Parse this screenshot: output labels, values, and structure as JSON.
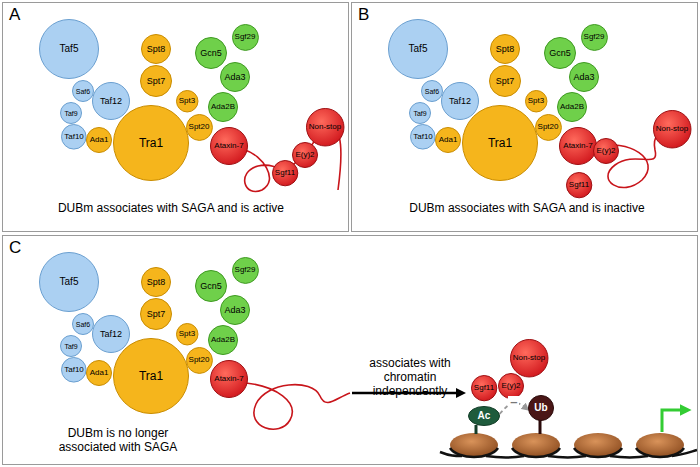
{
  "diagram": {
    "nodes": [
      {
        "text": [
          "A",
          "DUBm associates with SAGA and is active"
        ]
      },
      {
        "text": [
          "Taf5"
        ],
        "in": 0
      },
      {
        "text": [
          "Saf6"
        ],
        "in": 0
      },
      {
        "text": [
          "Taf9"
        ],
        "in": 0
      },
      {
        "text": [
          "Taf12"
        ],
        "in": 0
      },
      {
        "text": [
          "Taf10"
        ],
        "in": 0
      },
      {
        "text": [
          "Ada1"
        ],
        "in": 0
      },
      {
        "text": [
          "Spt8"
        ],
        "in": 0
      },
      {
        "text": [
          "Spt7"
        ],
        "in": 0
      },
      {
        "text": [
          "Spt3"
        ],
        "in": 0
      },
      {
        "text": [
          "Tra1"
        ],
        "in": 0
      },
      {
        "text": [
          "Spt20"
        ],
        "in": 0
      },
      {
        "text": [
          "Gcn5"
        ],
        "in": 0
      },
      {
        "text": [
          "Sgf29"
        ],
        "in": 0
      },
      {
        "text": [
          "Ada3"
        ],
        "in": 0
      },
      {
        "text": [
          "Ada2B"
        ],
        "in": 0
      },
      {
        "text": [
          "Ataxin-7"
        ],
        "in": 0
      },
      {
        "text": [
          "Sgf11"
        ],
        "in": 0
      },
      {
        "text": [
          "E(y)2"
        ],
        "in": 0
      },
      {
        "text": [
          "Non-stop"
        ],
        "in": 0
      },
      {
        "text": [
          "B",
          "DUBm associates with SAGA and is inactive"
        ]
      },
      {
        "text": [
          "Taf5"
        ],
        "in": 20
      },
      {
        "text": [
          "Saf6"
        ],
        "in": 20
      },
      {
        "text": [
          "Taf9"
        ],
        "in": 20
      },
      {
        "text": [
          "Taf12"
        ],
        "in": 20
      },
      {
        "text": [
          "Taf10"
        ],
        "in": 20
      },
      {
        "text": [
          "Ada1"
        ],
        "in": 20
      },
      {
        "text": [
          "Spt8"
        ],
        "in": 20
      },
      {
        "text": [
          "Spt7"
        ],
        "in": 20
      },
      {
        "text": [
          "Spt3"
        ],
        "in": 20
      },
      {
        "text": [
          "Tra1"
        ],
        "in": 20
      },
      {
        "text": [
          "Spt20"
        ],
        "in": 20
      },
      {
        "text": [
          "Gcn5"
        ],
        "in": 20
      },
      {
        "text": [
          "Sgf29"
        ],
        "in": 20
      },
      {
        "text": [
          "Ada3"
        ],
        "in": 20
      },
      {
        "text": [
          "Ada2B"
        ],
        "in": 20
      },
      {
        "text": [
          "Ataxin-7"
        ],
        "in": 20
      },
      {
        "text": [
          "Sgf11"
        ],
        "in": 20
      },
      {
        "text": [
          "E(y)2"
        ],
        "in": 20
      },
      {
        "text": [
          "Non-stop"
        ],
        "in": 20
      },
      {
        "text": [
          "C",
          "DUBm is no longer associated with SAGA"
        ]
      },
      {
        "text": [
          "Taf5"
        ],
        "in": 40
      },
      {
        "text": [
          "Saf6"
        ],
        "in": 40
      },
      {
        "text": [
          "Taf9"
        ],
        "in": 40
      },
      {
        "text": [
          "Taf12"
        ],
        "in": 40
      },
      {
        "text": [
          "Taf10"
        ],
        "in": 40
      },
      {
        "text": [
          "Ada1"
        ],
        "in": 40
      },
      {
        "text": [
          "Spt8"
        ],
        "in": 40
      },
      {
        "text": [
          "Spt7"
        ],
        "in": 40
      },
      {
        "text": [
          "Spt3"
        ],
        "in": 40
      },
      {
        "text": [
          "Tra1"
        ],
        "in": 40
      },
      {
        "text": [
          "Spt20"
        ],
        "in": 40
      },
      {
        "text": [
          "Gcn5"
        ],
        "in": 40
      },
      {
        "text": [
          "Sgf29"
        ],
        "in": 40
      },
      {
        "text": [
          "Ada3"
        ],
        "in": 40
      },
      {
        "text": [
          "Ada2B"
        ],
        "in": 40
      },
      {
        "text": [
          "Ataxin-7"
        ],
        "in": 40
      },
      {
        "text": [
          "Sgf11"
        ],
        "in": 40
      },
      {
        "text": [
          "E(y)2"
        ],
        "in": 40
      },
      {
        "text": [
          "Non-stop"
        ],
        "in": 40
      },
      {
        "text": [
          "Ac"
        ],
        "in": 40
      },
      {
        "text": [
          "Ub"
        ],
        "in": 40
      }
    ],
    "edges": [
      {
        "from": 60,
        "to": 61,
        "arrow": "to",
        "label": "–"
      }
    ],
    "labels": [
      "associates with chromatin independently"
    ]
  }
}
